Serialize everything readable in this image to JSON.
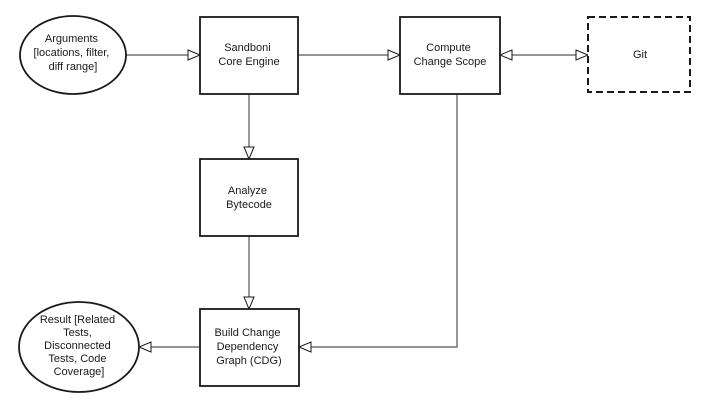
{
  "nodes": {
    "arguments": [
      "Arguments",
      "[locations, filter,",
      "diff range]"
    ],
    "core_engine": [
      "Sandboni",
      "Core Engine"
    ],
    "compute_scope": [
      "Compute",
      "Change Scope"
    ],
    "git": [
      "Git"
    ],
    "analyze": [
      "Analyze",
      "Bytecode"
    ],
    "build_cdg": [
      "Build Change",
      "Dependency",
      "Graph (CDG)"
    ],
    "result": [
      "Result [Related",
      "Tests,",
      "Disconnected",
      "Tests, Code",
      "Coverage]"
    ]
  }
}
